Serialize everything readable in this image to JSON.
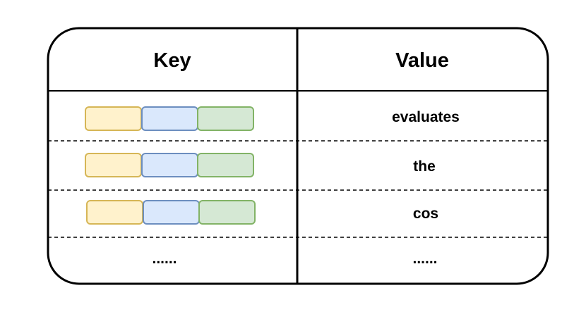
{
  "table": {
    "header": {
      "key_label": "Key",
      "value_label": "Value"
    },
    "rows": [
      {
        "value": "evaluates"
      },
      {
        "value": "the"
      },
      {
        "value": "cos"
      }
    ],
    "ellipsis": {
      "key": "......",
      "value": "......"
    }
  },
  "colors": {
    "yellow_fill": "#fff2cc",
    "yellow_stroke": "#d6b656",
    "blue_fill": "#dae8fc",
    "blue_stroke": "#6c8ebf",
    "green_fill": "#d5e8d4",
    "green_stroke": "#82b366"
  }
}
